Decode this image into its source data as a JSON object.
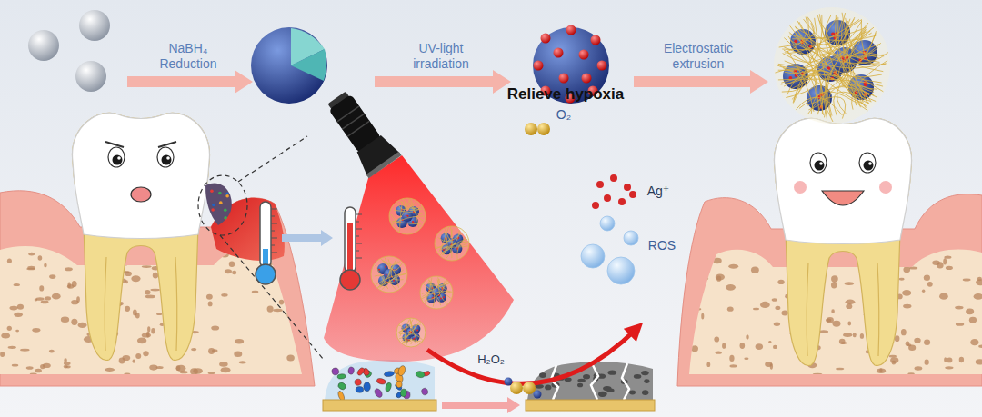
{
  "diagram": {
    "labels": [
      "NaBH₄ Reduction",
      "UV-light irradiation",
      "Electrostatic extrusion",
      "Relieve hypoxia",
      "O₂",
      "Ag⁺",
      "ROS",
      "H₂O₂"
    ]
  }
}
